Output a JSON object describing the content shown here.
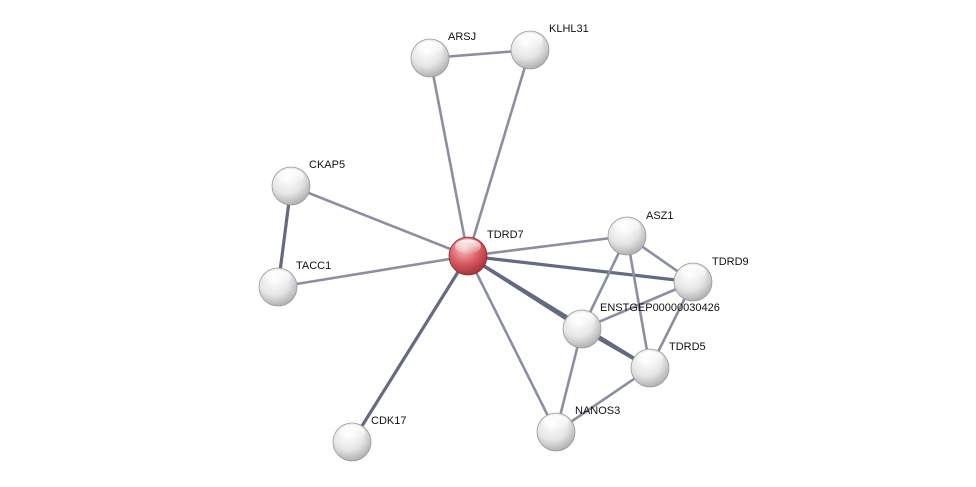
{
  "colors": {
    "background": "#ffffff",
    "edge": "#8a8fa3",
    "edge_strong": "#646a82",
    "node_default": "#e6e6e6",
    "node_query": "#d9595f",
    "label": "#111111"
  },
  "network": {
    "nodes": [
      {
        "id": "TDRD7",
        "label": "TDRD7",
        "query": true
      },
      {
        "id": "ARSJ",
        "label": "ARSJ"
      },
      {
        "id": "KLHL31",
        "label": "KLHL31"
      },
      {
        "id": "CKAP5",
        "label": "CKAP5"
      },
      {
        "id": "TACC1",
        "label": "TACC1"
      },
      {
        "id": "ASZ1",
        "label": "ASZ1"
      },
      {
        "id": "TDRD9",
        "label": "TDRD9"
      },
      {
        "id": "ENSTGEP",
        "label": "ENSTGEP00000030426"
      },
      {
        "id": "TDRD5",
        "label": "TDRD5"
      },
      {
        "id": "NANOS3",
        "label": "NANOS3"
      },
      {
        "id": "CDK17",
        "label": "CDK17"
      }
    ],
    "edges": [
      {
        "source": "ARSJ",
        "target": "KLHL31",
        "strength": "normal"
      },
      {
        "source": "TDRD7",
        "target": "ARSJ",
        "strength": "normal"
      },
      {
        "source": "TDRD7",
        "target": "KLHL31",
        "strength": "normal"
      },
      {
        "source": "TDRD7",
        "target": "CKAP5",
        "strength": "normal"
      },
      {
        "source": "TDRD7",
        "target": "TACC1",
        "strength": "normal"
      },
      {
        "source": "CKAP5",
        "target": "TACC1",
        "strength": "strong"
      },
      {
        "source": "TDRD7",
        "target": "CDK17",
        "strength": "strong"
      },
      {
        "source": "TDRD7",
        "target": "NANOS3",
        "strength": "normal"
      },
      {
        "source": "TDRD7",
        "target": "ASZ1",
        "strength": "normal"
      },
      {
        "source": "TDRD7",
        "target": "TDRD9",
        "strength": "strong"
      },
      {
        "source": "TDRD7",
        "target": "ENSTGEP",
        "strength": "strong"
      },
      {
        "source": "TDRD7",
        "target": "TDRD5",
        "strength": "strong"
      },
      {
        "source": "ASZ1",
        "target": "TDRD9",
        "strength": "normal"
      },
      {
        "source": "ASZ1",
        "target": "ENSTGEP",
        "strength": "normal"
      },
      {
        "source": "ASZ1",
        "target": "TDRD5",
        "strength": "normal"
      },
      {
        "source": "TDRD9",
        "target": "ENSTGEP",
        "strength": "normal"
      },
      {
        "source": "TDRD9",
        "target": "TDRD5",
        "strength": "normal"
      },
      {
        "source": "ENSTGEP",
        "target": "TDRD5",
        "strength": "strong"
      },
      {
        "source": "ENSTGEP",
        "target": "NANOS3",
        "strength": "normal"
      },
      {
        "source": "NANOS3",
        "target": "TDRD5",
        "strength": "normal"
      }
    ]
  }
}
